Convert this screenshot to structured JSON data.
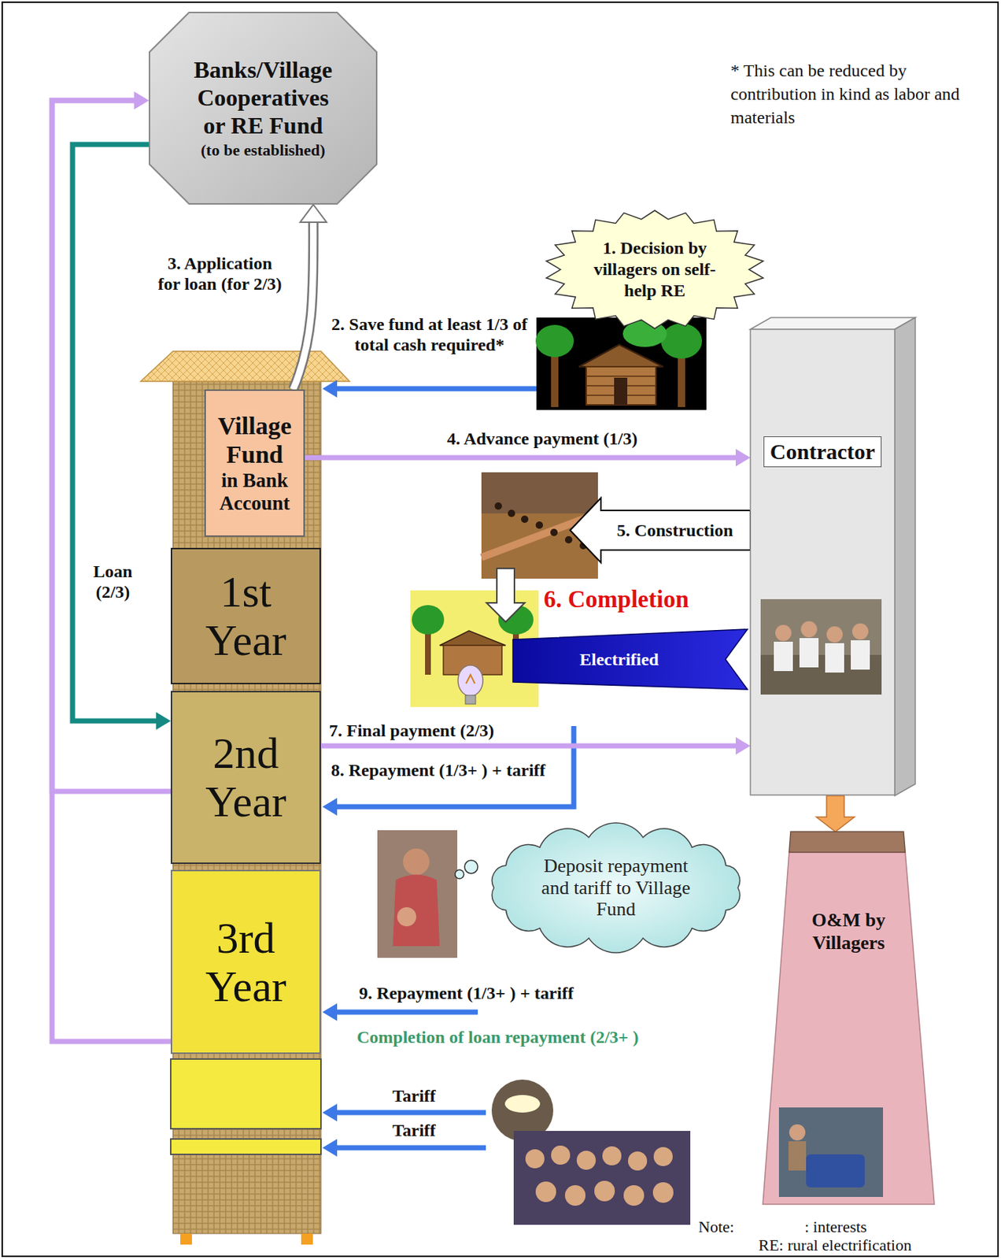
{
  "diagram": {
    "nodes": [
      {
        "text": [
          "Banks/Village Cooperatives or RE Fund",
          "(to be established)"
        ]
      },
      {
        "text": [
          "1. Decision by villagers on self-help RE"
        ]
      },
      {
        "text": [
          "Village Fund",
          "in Bank Account"
        ]
      },
      {
        "text": [
          "Contractor"
        ]
      },
      {
        "text": [
          "1st Year"
        ]
      },
      {
        "text": [
          "Electrified"
        ]
      },
      {
        "text": [
          "2nd Year"
        ]
      },
      {
        "text": [
          "Deposit repayment and tariff to Village Fund"
        ]
      },
      {
        "text": [
          "3rd Year"
        ]
      },
      {
        "text": [
          "O&M by Villagers"
        ]
      }
    ],
    "edges": [
      {
        "from": 2,
        "to": 0,
        "label": "3. Application for loan (for 2/3)",
        "arrow": "to"
      },
      {
        "from": 0,
        "to": 6,
        "label": "Loan (2/3)",
        "arrow": "to"
      },
      {
        "from": 2,
        "to": 3,
        "label": "4. Advance payment (1/3)",
        "arrow": "to"
      },
      {
        "from": 6,
        "to": 3,
        "label": "7. Final payment (2/3)",
        "arrow": "to"
      },
      {
        "from": 6,
        "to": 0,
        "arrow": "to"
      },
      {
        "from": 8,
        "to": 0,
        "arrow": "to"
      },
      {
        "from": 3,
        "to": 9,
        "arrow": "to"
      }
    ],
    "labels": [
      "* This can be reduced by contribution in kind as labor and materials",
      "2. Save fund at least 1/3 of total cash required*",
      "5. Construction",
      "6. Completion",
      "8. Repayment (1/3+ ) + tariff",
      "9. Repayment (1/3+ ) + tariff",
      "Completion of loan repayment (2/3+ )",
      "Tariff",
      "Tariff",
      "Note:",
      ": interests",
      "RE: rural electrification"
    ]
  }
}
